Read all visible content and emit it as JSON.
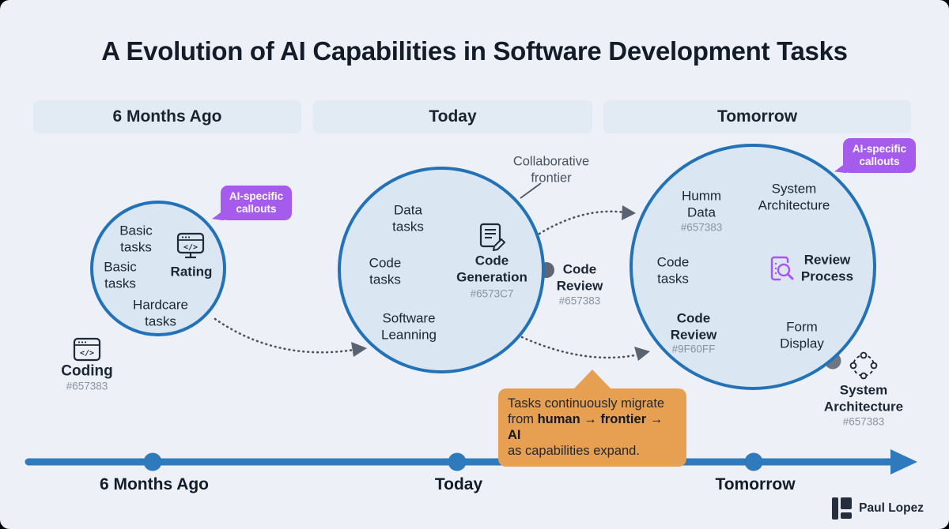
{
  "title": "A Evolution of AI Capabilities in Software Development Tasks",
  "headers": {
    "past": "6 Months Ago",
    "present": "Today",
    "future": "Tomorrow"
  },
  "timeline": {
    "past": "6 Months Ago",
    "present": "Today",
    "future": "Tomorrow",
    "color": "#2e7abd"
  },
  "callouts": {
    "past": "AI-specific callouts",
    "future": "AI-specific callouts",
    "frontier_label": "Collaborative\nfrontier",
    "purple": "#a55cec"
  },
  "note": {
    "line1": "Tasks continuously migrate",
    "from": "from ",
    "human": "human",
    "arrow1": " → ",
    "frontier": "frontier",
    "arrow2": " → ",
    "ai": "AI",
    "line3": "as capabilities expand.",
    "orange": "#e7a052"
  },
  "circle_past": {
    "task1": "Basic\ntasks",
    "task2": "Basic\ntasks",
    "task3": "Hardcare\ntasks",
    "feature": {
      "icon": "code-window-icon",
      "glyph": "</>",
      "label": "Rating"
    },
    "below": {
      "icon": "code-window-icon",
      "glyph": "</>",
      "label": "Coding",
      "hex": "#657383"
    }
  },
  "circle_present": {
    "task1": "Data\ntasks",
    "task2": "Code\ntasks",
    "task3": "Software\nLeanning",
    "feature": {
      "icon": "document-pencil-icon",
      "label": "Code\nGeneration",
      "hex": "#6573C7"
    },
    "edge": {
      "label": "Code\nReview",
      "hex": "#657383"
    }
  },
  "circle_future": {
    "task1": "Humm\nData",
    "task1_hex": "#657383",
    "task2": "System\nArchitecture",
    "task3": "Code\ntasks",
    "feature": {
      "icon": "document-magnifier-icon",
      "label": "Review\nProcess"
    },
    "task4": "Code\nReview",
    "task4_hex": "#9F60FF",
    "task5": "Form\nDisplay",
    "edge": {
      "icon": "nodes-cycle-icon",
      "label": "System\nArchitecture",
      "hex": "#657383"
    }
  },
  "footer": {
    "author": "Paul Lopez"
  },
  "colors": {
    "circle_border": "#2371b7",
    "circle_fill": "#dbe6f3",
    "page_bg": "#edf1f7",
    "hex_gray": "#8b93a0"
  }
}
